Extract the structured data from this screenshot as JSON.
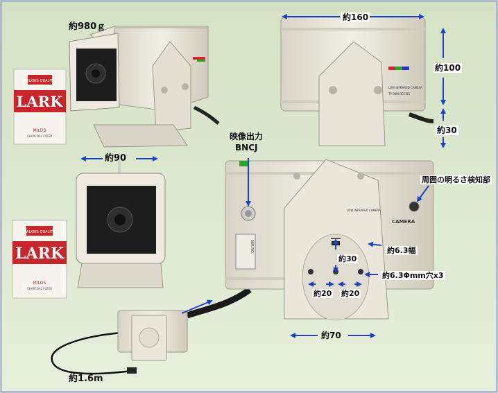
{
  "colors": {
    "background": "#dce8cf",
    "arrow": "#2040c8",
    "camera_body": "#ece8dc",
    "lark_red": "#c8262a"
  },
  "labels": {
    "weight": "約980ｇ",
    "length": "約160",
    "height": "約100",
    "depth": "約30",
    "width": "約90",
    "video_out_1": "映像出力",
    "video_out_2": "BNCJ",
    "light_sensor": "周囲の明るさ検知部",
    "slot_width": "約6.3幅",
    "hole_vertical": "約30",
    "holes": "約6.3Φmm穴x3",
    "hole_gap_left": "約20",
    "hole_gap_right": "約20",
    "bracket_width": "約70",
    "cable_length": "約1.6m"
  },
  "product_text": {
    "lark_brand": "LARK",
    "lark_variant": "MILDS",
    "lark_sub": "CHARCOAL FILTER",
    "lark_crest": "WILKINS QUALITY",
    "camera_label": "LOW INFRARED CAMERA",
    "camera_model": "TP-30IR/30C-BS",
    "camera_side": "CAMERA",
    "serial_label": "SER NO."
  }
}
